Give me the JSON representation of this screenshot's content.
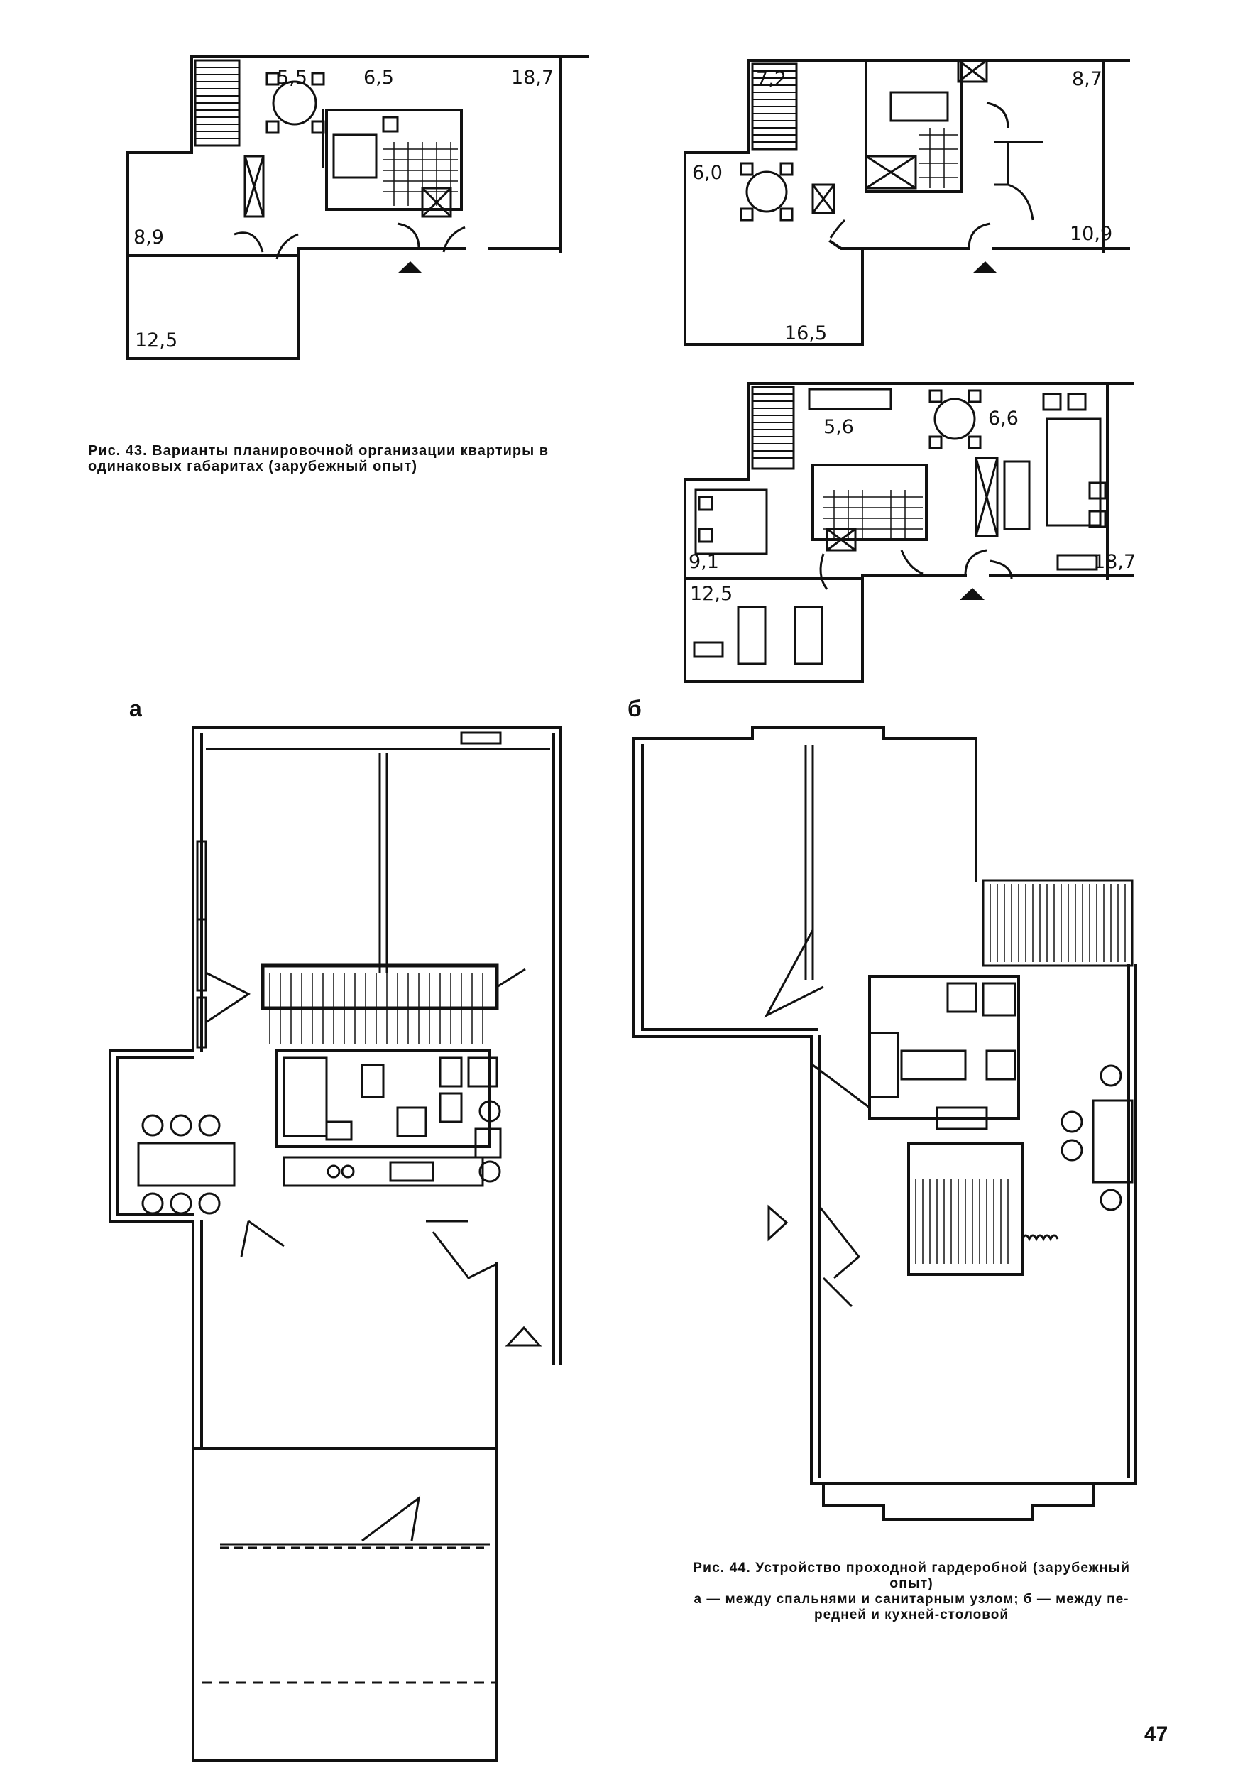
{
  "figure43": {
    "caption_line1": "Рис. 43. Варианты планировочной организации квартиры в",
    "caption_line2": "одинаковых габаритах (зарубежный опыт)",
    "plan1": {
      "areas": [
        "5,5",
        "6,5",
        "18,7",
        "8,9",
        "12,5"
      ]
    },
    "plan2": {
      "areas": [
        "7,2",
        "8,7",
        "6,0",
        "10,9",
        "16,5"
      ]
    },
    "plan3": {
      "areas": [
        "5,6",
        "6,6",
        "9,1",
        "18,7",
        "12,5"
      ]
    }
  },
  "figure44": {
    "label_a": "а",
    "label_b": "б",
    "caption_title_line1": "Рис. 44. Устройство проходной гардеробной (зарубежный",
    "caption_title_line2": "опыт)",
    "caption_body_line1": "а — между спальнями и санитарным узлом; б — между пе-",
    "caption_body_line2": "редней и кухней-столовой"
  },
  "page_number": "47"
}
